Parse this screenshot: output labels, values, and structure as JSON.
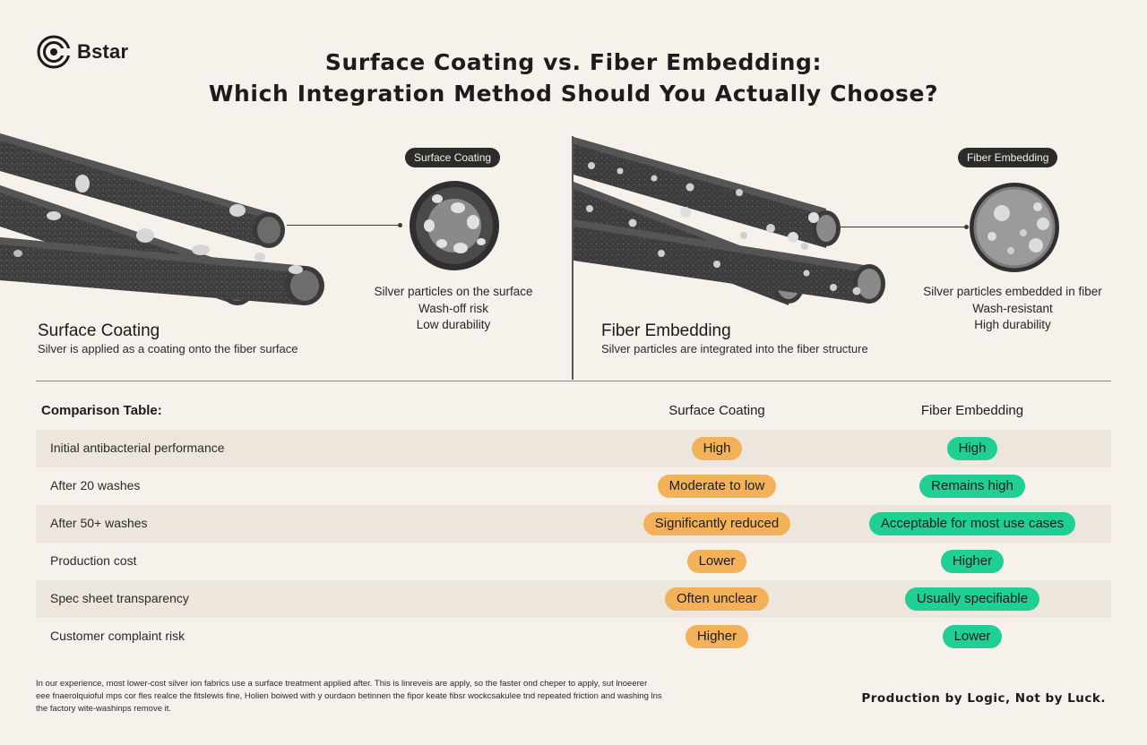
{
  "brand": {
    "name": "Bstar",
    "logo_icon": "bstar-logo-icon"
  },
  "title": {
    "line1": "Surface Coating vs. Fiber Embedding:",
    "line2": "Which Integration Method Should You Actually Choose?"
  },
  "surface_panel": {
    "tag": "Surface Coating",
    "notes": [
      "Silver particles on the surface",
      "Wash-off risk",
      "Low durability"
    ],
    "heading": "Surface Coating",
    "subheading": "Silver is applied as a coating onto the fiber surface"
  },
  "embed_panel": {
    "tag": "Fiber Embedding",
    "notes": [
      "Silver particles embedded in fiber",
      "Wash-resistant",
      "High durability"
    ],
    "heading": "Fiber Embedding",
    "subheading": "Silver particles are integrated into the fiber structure"
  },
  "table": {
    "title": "Comparison Table:",
    "col1": "Surface Coating",
    "col2": "Fiber Embedding",
    "rows": [
      {
        "label": "Initial antibacterial performance",
        "surface": "High",
        "embed": "High"
      },
      {
        "label": "After 20 washes",
        "surface": "Moderate to low",
        "embed": "Remains high"
      },
      {
        "label": "After 50+ washes",
        "surface": "Significantly reduced",
        "embed": "Acceptable for most use cases"
      },
      {
        "label": "Production cost",
        "surface": "Lower",
        "embed": "Higher"
      },
      {
        "label": "Spec sheet transparency",
        "surface": "Often unclear",
        "embed": "Usually specifiable"
      },
      {
        "label": "Customer complaint risk",
        "surface": "Higher",
        "embed": "Lower"
      }
    ]
  },
  "footer": {
    "note_lines": [
      "In our experience, most lower-cost silver ion fabrics use a surface treatment applied after. This is linreveis are apply, so the faster ond cheper to apply, sut lnoeerer",
      "eee fnaerolquioful mps cor fles realce the fitslewis fine, Holien boiwed with y ourdaon betinnen the fipor keate fibsr wockcsakulee tnd repeated friction and washing lns",
      "the factory wite-washinps remove it."
    ],
    "slogan": "Production by Logic, Not by Luck."
  },
  "colors": {
    "orange_badge": "#f3b259",
    "green_badge": "#1fcf93",
    "background": "#f6f1ea"
  }
}
